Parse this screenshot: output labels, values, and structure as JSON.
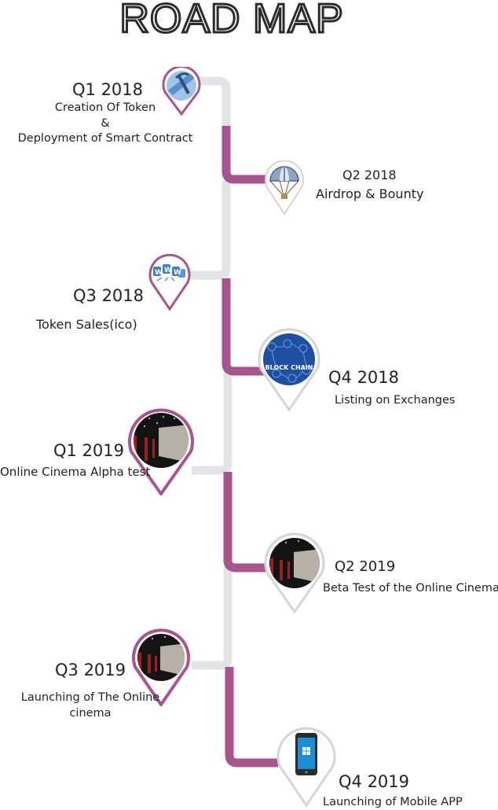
{
  "title": "ROAD MAP",
  "colors": {
    "purple": "#a8548f",
    "gray": "#e4e4e8",
    "pin_border_purple": "#a8548f",
    "pin_border_gray": "#d5d5d8"
  },
  "milestones": [
    {
      "quarter": "Q1 2018",
      "desc_lines": [
        "Creation Of Token",
        "&",
        "Deployment of Smart Contract"
      ],
      "icon": "mining-icon"
    },
    {
      "quarter": "Q2 2018",
      "desc_lines": [
        "Airdrop & Bounty"
      ],
      "icon": "parachute-icon"
    },
    {
      "quarter": "Q3 2018",
      "desc_lines": [
        "Token Sales(ico)"
      ],
      "icon": "www-icon"
    },
    {
      "quarter": "Q4 2018",
      "desc_lines": [
        "Listing on Exchanges"
      ],
      "icon": "blockchain-icon",
      "icon_text": "BLOCK CHAIN"
    },
    {
      "quarter": "Q1 2019",
      "desc_lines": [
        "Online Cinema Alpha test"
      ],
      "icon": "cinema-icon"
    },
    {
      "quarter": "Q2 2019",
      "desc_lines": [
        "Beta Test of the Online Cinema"
      ],
      "icon": "cinema-icon"
    },
    {
      "quarter": "Q3 2019",
      "desc_lines": [
        "Launching of The Online",
        "cinema"
      ],
      "icon": "cinema-icon"
    },
    {
      "quarter": "Q4 2019",
      "desc_lines": [
        "Launching of Mobile APP"
      ],
      "icon": "smartphone-icon"
    }
  ]
}
